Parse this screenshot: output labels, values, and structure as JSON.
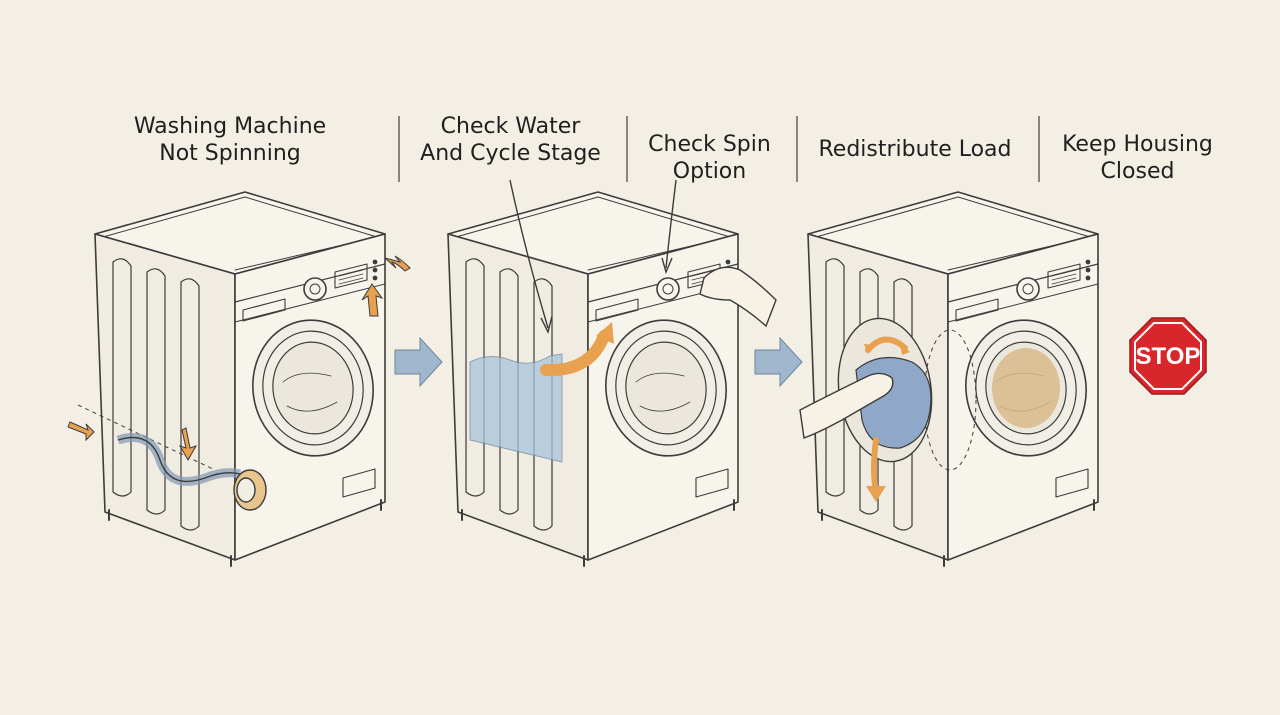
{
  "steps": [
    {
      "id": "not-spinning",
      "title": [
        "Washing Machine",
        "Not Spinning"
      ]
    },
    {
      "id": "check-water",
      "title": [
        "Check Water",
        "And Cycle Stage"
      ]
    },
    {
      "id": "check-spin",
      "title": [
        "Check Spin",
        "Option"
      ]
    },
    {
      "id": "redistribute",
      "title": [
        "Redistribute Load"
      ]
    },
    {
      "id": "keep-closed",
      "title": [
        "Keep Housing",
        "Closed"
      ]
    }
  ],
  "stop_sign": {
    "text": "STOP"
  },
  "colors": {
    "background": "#f3efe5",
    "line": "#3c3c3c",
    "arrow_orange": "#e8a14f",
    "water_blue": "#a9c3dc",
    "step_arrow_blue": "#9fb6cc",
    "stop_red": "#d9262b",
    "laundry_tan": "#d9b98a",
    "cloth_blue": "#8fa8c8"
  }
}
